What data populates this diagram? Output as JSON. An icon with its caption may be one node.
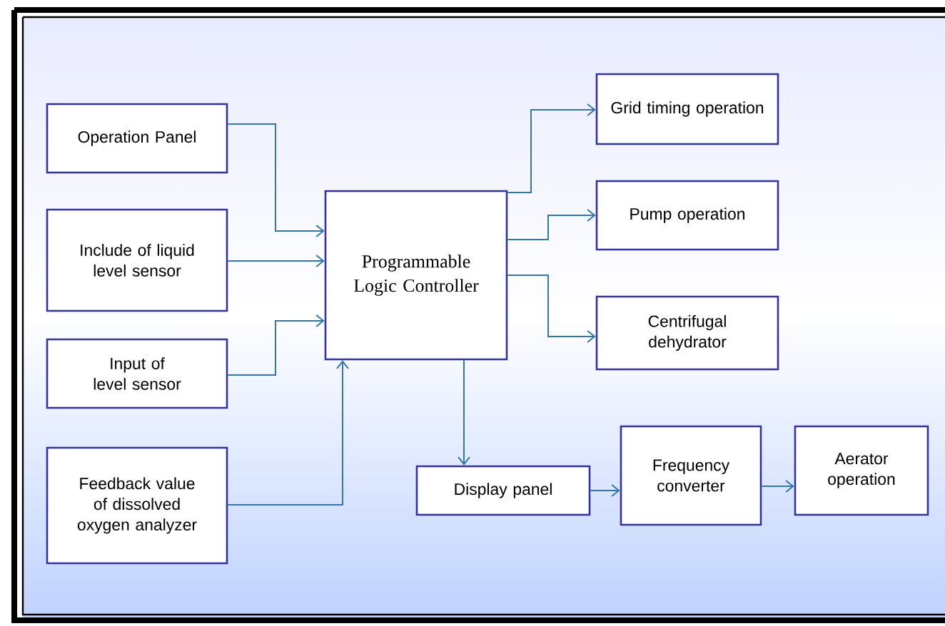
{
  "diagram": {
    "nodes": [
      {
        "text": [
          "Operation Panel"
        ]
      },
      {
        "text": [
          "Include of liquid level sensor"
        ]
      },
      {
        "text": [
          "Input of level sensor"
        ]
      },
      {
        "text": [
          "Feedback value of dissolved oxygen analyzer"
        ]
      },
      {
        "text": [
          "Programmable Logic Controller"
        ]
      },
      {
        "text": [
          "Grid timing operation"
        ]
      },
      {
        "text": [
          "Pump operation"
        ]
      },
      {
        "text": [
          "Centrifugal dehydrator"
        ]
      },
      {
        "text": [
          "Display panel"
        ]
      },
      {
        "text": [
          "Frequency converter"
        ]
      },
      {
        "text": [
          "Aerator operation"
        ]
      }
    ],
    "edges": [
      {
        "from": 0,
        "to": 4,
        "arrow": "to"
      },
      {
        "from": 1,
        "to": 4,
        "arrow": "to"
      },
      {
        "from": 2,
        "to": 4,
        "arrow": "to"
      },
      {
        "from": 3,
        "to": 4,
        "arrow": "to"
      },
      {
        "from": 4,
        "to": 5,
        "arrow": "to"
      },
      {
        "from": 4,
        "to": 6,
        "arrow": "to"
      },
      {
        "from": 4,
        "to": 7,
        "arrow": "to"
      },
      {
        "from": 4,
        "to": 8,
        "arrow": "to"
      },
      {
        "from": 8,
        "to": 9,
        "arrow": "to"
      },
      {
        "from": 9,
        "to": 10,
        "arrow": "to"
      }
    ]
  }
}
